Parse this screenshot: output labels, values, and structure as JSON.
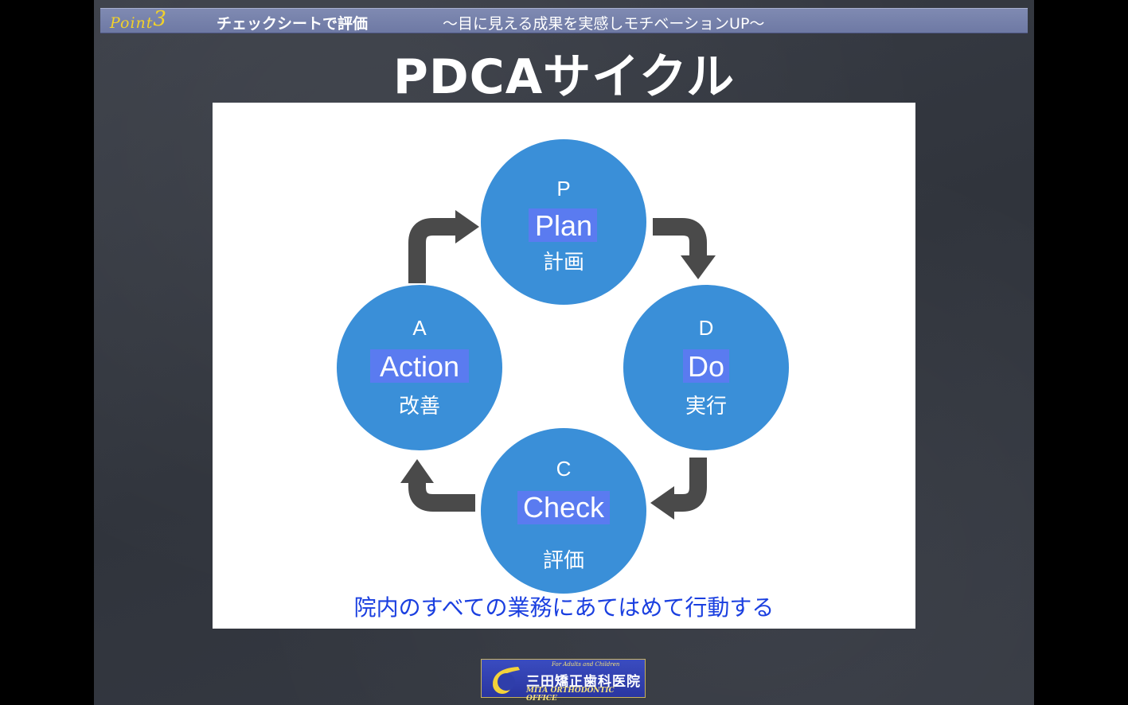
{
  "banner": {
    "point_label": "Point",
    "point_number": "3",
    "title": "チェックシートで評価",
    "subtitle": "〜目に見える成果を実感しモチベーションUP〜"
  },
  "slide_title": "PDCAサイクル",
  "cycle": {
    "circle_color": "#3a8fd8",
    "highlight_color": "#5a7bf0",
    "arrow_color": "#4a4a4a",
    "plan": {
      "letter": "P",
      "word": "Plan",
      "jp": "計画"
    },
    "do": {
      "letter": "D",
      "word": "Do",
      "jp": "実行"
    },
    "check": {
      "letter": "C",
      "word": "Check",
      "jp": "評価"
    },
    "action": {
      "letter": "A",
      "word": "Action",
      "jp": "改善"
    }
  },
  "caption": "院内のすべての業務にあてはめて行動する",
  "logo": {
    "top_text": "For Adults and Children",
    "name": "三田矯正歯科医院",
    "english": "MITA ORTHODONTIC OFFICE"
  }
}
